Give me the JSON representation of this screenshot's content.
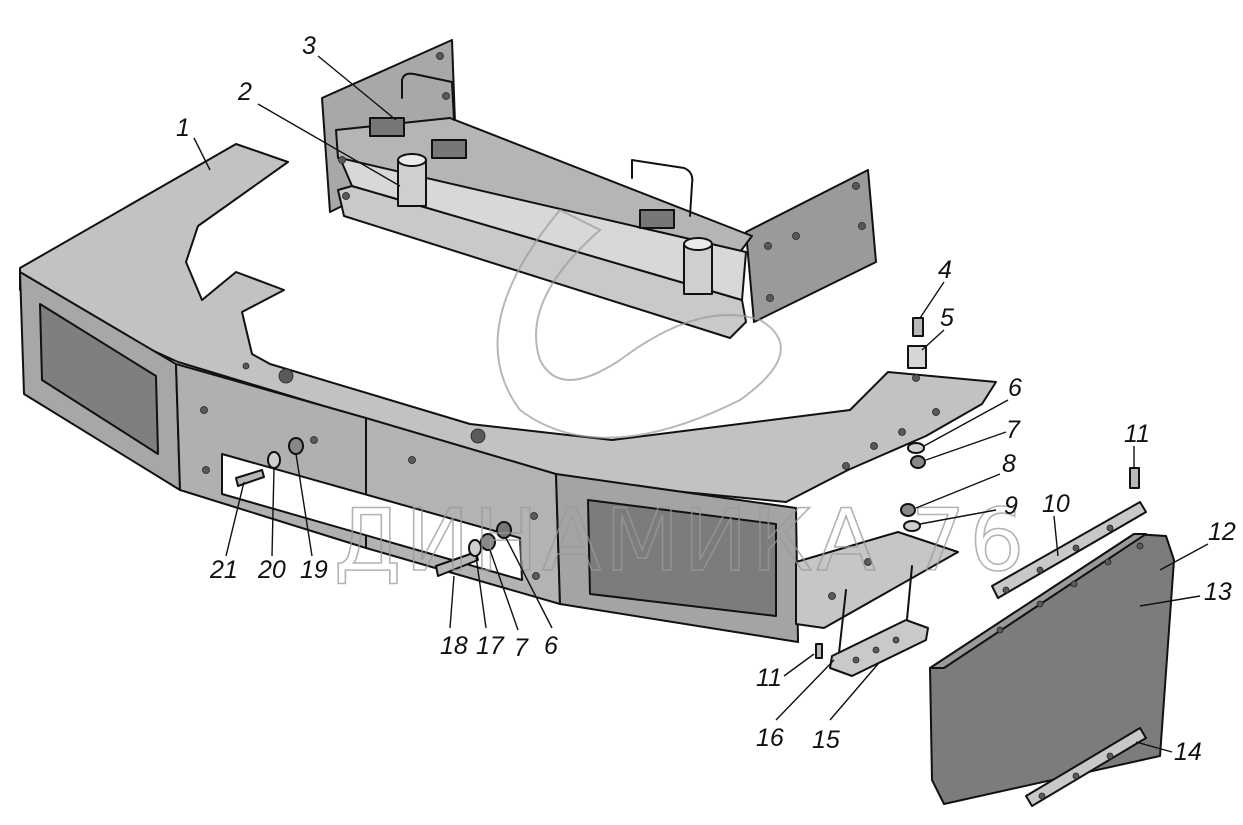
{
  "watermark": {
    "text": "ДИНАМИКА 76"
  },
  "callouts": [
    {
      "id": "c1",
      "text": "1"
    },
    {
      "id": "c2",
      "text": "2"
    },
    {
      "id": "c3",
      "text": "3"
    },
    {
      "id": "c4",
      "text": "4"
    },
    {
      "id": "c5",
      "text": "5"
    },
    {
      "id": "c6a",
      "text": "6"
    },
    {
      "id": "c7a",
      "text": "7"
    },
    {
      "id": "c8",
      "text": "8"
    },
    {
      "id": "c9",
      "text": "9"
    },
    {
      "id": "c10",
      "text": "10"
    },
    {
      "id": "c11a",
      "text": "11"
    },
    {
      "id": "c12",
      "text": "12"
    },
    {
      "id": "c13",
      "text": "13"
    },
    {
      "id": "c14",
      "text": "14"
    },
    {
      "id": "c15",
      "text": "15"
    },
    {
      "id": "c16",
      "text": "16"
    },
    {
      "id": "c11b",
      "text": "11"
    },
    {
      "id": "c18",
      "text": "18"
    },
    {
      "id": "c17",
      "text": "17"
    },
    {
      "id": "c7b",
      "text": "7"
    },
    {
      "id": "c6b",
      "text": "6"
    },
    {
      "id": "c21",
      "text": "21"
    },
    {
      "id": "c20",
      "text": "20"
    },
    {
      "id": "c19",
      "text": "19"
    }
  ],
  "colors": {
    "steel_light": "#c4c4c4",
    "steel_mid": "#a9a9a9",
    "steel_dark": "#8a8a8a",
    "rubber": "#7c7c7c",
    "line": "#111111"
  }
}
